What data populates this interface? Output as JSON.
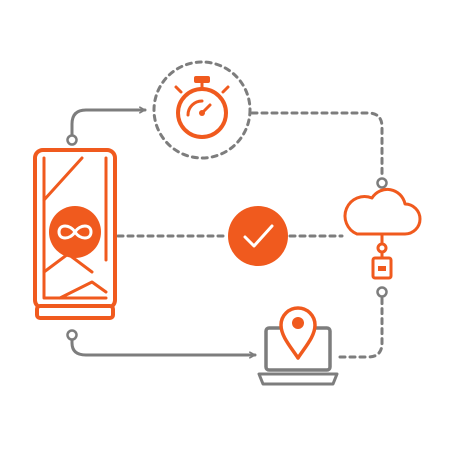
{
  "colors": {
    "accent": "#F05A1E",
    "neutral": "#7D7D7D",
    "background": "#FFFFFF",
    "icon_on_accent": "#FFFFFF"
  },
  "nodes": [
    {
      "icon": "infinity-server-icon",
      "role": "source"
    },
    {
      "icon": "stopwatch-icon",
      "role": "top"
    },
    {
      "icon": "checkmark-icon",
      "role": "center"
    },
    {
      "icon": "cloud-icon",
      "role": "right"
    },
    {
      "icon": "laptop-location-icon",
      "role": "bottom"
    }
  ],
  "connections": [
    {
      "from": "infinity-server-icon",
      "to": "stopwatch-icon",
      "style": "solid-arrow"
    },
    {
      "from": "infinity-server-icon",
      "to": "laptop-location-icon",
      "style": "solid-arrow"
    },
    {
      "from": "stopwatch-icon",
      "to": "cloud-icon",
      "style": "dashed"
    },
    {
      "from": "infinity-server-icon",
      "to": "checkmark-icon",
      "style": "dashed"
    },
    {
      "from": "checkmark-icon",
      "to": "cloud-icon",
      "style": "dashed"
    },
    {
      "from": "laptop-location-icon",
      "to": "cloud-icon",
      "style": "dashed"
    }
  ]
}
